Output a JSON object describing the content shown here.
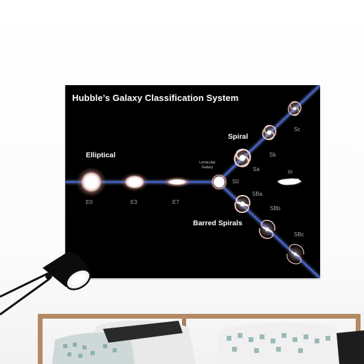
{
  "poster": {
    "title": "Hubble’s Galaxy Classification System",
    "groups": {
      "elliptical": "Elliptical",
      "spiral": "Spiral",
      "barred": "Barred Spirals"
    },
    "lenticular": [
      "Lenticular",
      "Galaxy"
    ],
    "types": {
      "E0": "E0",
      "E3": "E3",
      "E7": "E7",
      "S0": "S0",
      "Sa": "Sa",
      "Sb": "Sb",
      "Sc": "Sc",
      "SBa": "SBa",
      "SBb": "SBb",
      "SBc": "SBc",
      "Irr": "Irr"
    },
    "colors": {
      "background": "#000000",
      "track": "#3d5fd6",
      "track_glow": "#7d9bff",
      "galaxy_core": "#ffffff",
      "spiral_arm": "#e9c7c7"
    }
  },
  "scene": {
    "icons": [
      "desk-lamp-icon",
      "bed-headboard-icon",
      "pillow-icon"
    ]
  }
}
